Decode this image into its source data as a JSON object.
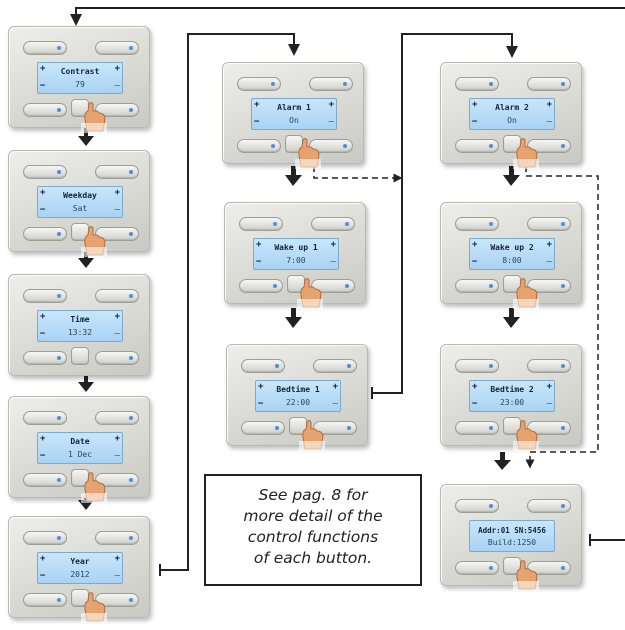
{
  "devices": [
    {
      "id": "contrast",
      "line1": "Contrast",
      "line2": "79"
    },
    {
      "id": "weekday",
      "line1": "Weekday",
      "line2": "Sat"
    },
    {
      "id": "time",
      "line1": "Time",
      "line2": "13:32"
    },
    {
      "id": "date",
      "line1": "Date",
      "line2": "1 Dec"
    },
    {
      "id": "year",
      "line1": "Year",
      "line2": "2012"
    },
    {
      "id": "alarm1",
      "line1": "Alarm 1",
      "line2": "On"
    },
    {
      "id": "wakeup1",
      "line1": "Wake up 1",
      "line2": "7:00"
    },
    {
      "id": "bedtime1",
      "line1": "Bedtime 1",
      "line2": "22:00"
    },
    {
      "id": "alarm2",
      "line1": "Alarm 2",
      "line2": "On"
    },
    {
      "id": "wakeup2",
      "line1": "Wake up 2",
      "line2": "8:00"
    },
    {
      "id": "bedtime2",
      "line1": "Bedtime 2",
      "line2": "23:00"
    },
    {
      "id": "info",
      "line1": "Addr:01  SN:5456",
      "line2": "Build:1250"
    }
  ],
  "lcd_symbols": {
    "plus": "+",
    "minus": "−",
    "dash": "–"
  },
  "note": {
    "line1": "See pag. 8 for",
    "line2": "more detail of the",
    "line3": "control functions",
    "line4": "of each button."
  },
  "colors": {
    "lcd": "#b9dcf6",
    "lcd_text": "#0f2240",
    "led": "#4b8fd6",
    "arrow": "#222222",
    "hand": "#e7a36f"
  }
}
